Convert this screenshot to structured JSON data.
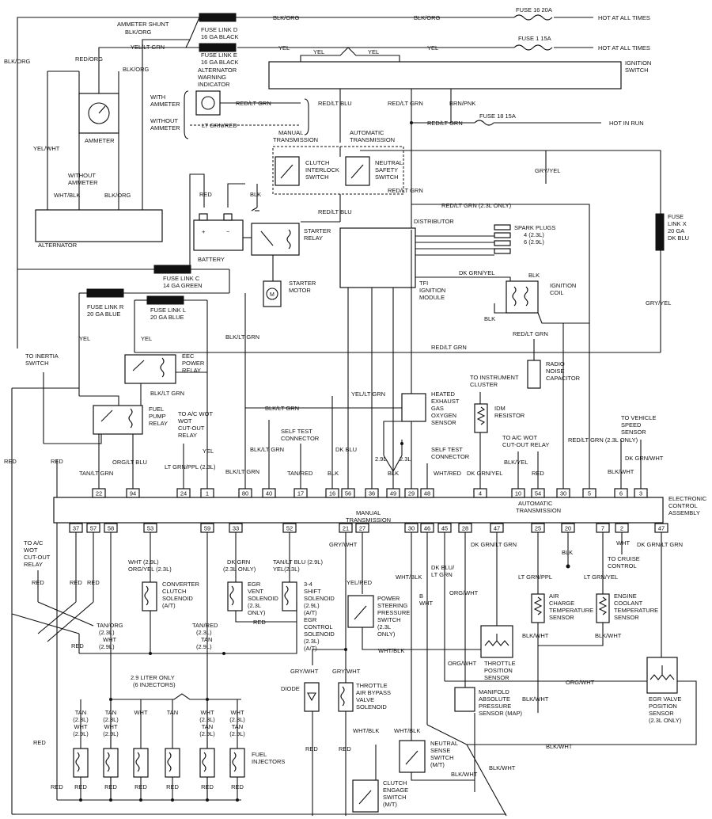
{
  "top": {
    "wire_blk_org": "BLK/ORG",
    "wire_yel": "YEL",
    "fuse16": "FUSE 16 20A",
    "fuse1": "FUSE 1 15A",
    "fuse18": "FUSE 18 15A",
    "hot_always_1": "HOT AT ALL TIMES",
    "hot_always_2": "HOT AT ALL TIMES",
    "hot_run": "HOT IN RUN",
    "fuse_link_d": [
      "FUSE LINK D",
      "16 GA BLACK"
    ],
    "fuse_link_e": [
      "FUSE LINK E",
      "16 GA BLACK"
    ],
    "ignition_switch": [
      "IGNITION",
      "SWITCH"
    ]
  },
  "left": {
    "ammeter_shunt": "AMMETER SHUNT",
    "blk_org": "BLK/ORG",
    "yel_lt_grn": "YEL/LT GRN",
    "red_org": "RED/ORG",
    "ammeter": "AMMETER",
    "yel_wht": "YEL/WHT",
    "without_ammeter": [
      "WITHOUT",
      "AMMETER"
    ],
    "wht_blk": "WHT/BLK",
    "alternator": "ALTERNATOR",
    "alt_warning": [
      "ALTERNATOR",
      "WARNING",
      "INDICATOR"
    ],
    "with_ammeter": [
      "WITH",
      "AMMETER"
    ],
    "without_ammeter_2": [
      "WITHOUT",
      "AMMETER"
    ],
    "red_lt_grn": "RED/LT GRN",
    "lt_grn_red": "LT GRN/RED",
    "battery": "BATTERY",
    "red": "RED",
    "blk": "BLK",
    "fuse_link_c": [
      "FUSE LINK C",
      "14 GA GREEN"
    ],
    "fuse_link_r": [
      "FUSE LINK R",
      "20 GA BLUE"
    ],
    "fuse_link_l": [
      "FUSE LINK L",
      "20 GA BLUE"
    ],
    "to_inertia": [
      "TO INERTIA",
      "SWITCH"
    ],
    "eec_relay": [
      "EEC",
      "POWER",
      "RELAY"
    ],
    "fuel_pump_relay": [
      "FUEL",
      "PUMP",
      "RELAY"
    ],
    "blk_lt_grn": "BLK/LT GRN"
  },
  "middle": {
    "red_lt_blu": "RED/LT BLU",
    "red_lt_grn": "RED/LT GRN",
    "brn_pnk": "BRN/PNK",
    "manual_trans": [
      "MANUAL",
      "TRANSMISSION"
    ],
    "auto_trans": [
      "AUTOMATIC",
      "TRANSMISSION"
    ],
    "clutch_interlock": [
      "CLUTCH",
      "INTERLOCK",
      "SWITCH"
    ],
    "neutral_safety": [
      "NEUTRAL",
      "SAFETY",
      "SWITCH"
    ],
    "starter_relay": [
      "STARTER",
      "RELAY"
    ],
    "starter_motor": [
      "STARTER",
      "MOTOR"
    ],
    "distributor": "DISTRIBUTOR",
    "spark_plugs": [
      "SPARK PLUGS",
      "4 (2.3L)",
      "6 (2.9L)"
    ],
    "red_lt_grn_23": "RED/LT GRN (2.3L ONLY)",
    "gry_yel": "GRY/YEL",
    "fuse_link_x": [
      "FUSE",
      "LINK X",
      "20 GA",
      "DK BLU"
    ],
    "tfi": [
      "TFI",
      "IGNITION",
      "MODULE"
    ],
    "dk_grn_yel": "DK GRN/YEL",
    "ignition_coil": [
      "IGNITION",
      "COIL"
    ],
    "radio_cap": [
      "RADIO",
      "NOISE",
      "CAPACITOR"
    ],
    "heo2s": [
      "HEATED",
      "EXHAUST",
      "GAS",
      "OXYGEN",
      "SENSOR"
    ],
    "yel_lt_grn": "YEL/LT GRN",
    "to_instrument": [
      "TO INSTRUMENT",
      "CLUSTER"
    ],
    "idm": [
      "IDM",
      "RESISTOR"
    ],
    "to_ac_wot": [
      "TO A/C WOT",
      "CUT-OUT RELAY"
    ],
    "self_test_1": [
      "SELF TEST",
      "CONNECTOR"
    ],
    "self_test_2": [
      "SELF TEST",
      "CONNECTOR"
    ],
    "to_vss": [
      "TO VEHICLE",
      "SPEED",
      "SENSOR"
    ],
    "to_ac_wot_left": [
      "TO A/C",
      "WOT",
      "CUT-OUT",
      "RELAY"
    ]
  },
  "ecu": {
    "manual_label": [
      "MANUAL",
      "TRANSMISSION"
    ],
    "auto_label": [
      "AUTOMATIC",
      "TRANSMISSION"
    ],
    "name": [
      "ELECTRONIC",
      "CONTROL",
      "ASSEMBLY"
    ],
    "top_pins": [
      "22",
      "94",
      "24",
      "1",
      "80",
      "40",
      "17",
      "16",
      "56",
      "36",
      "49",
      "29",
      "48",
      "4",
      "10",
      "54",
      "30",
      "5",
      "6",
      "3"
    ],
    "bottom_pins": [
      "37",
      "57",
      "58",
      "53",
      "59",
      "33",
      "52",
      "21",
      "27",
      "30",
      "46",
      "45",
      "28",
      "47",
      "25",
      "20",
      "7",
      "2",
      "47"
    ],
    "top_wires": [
      "TAN/LT GRN",
      "ORG/LT BLU",
      "LT GRN/PPL (2.3L)",
      "YEL",
      "BLK/LT GRN",
      "BLK/LT GRN",
      "TAN/RED",
      "BLK",
      "DK BLU",
      "YEL/LT GRN",
      "BLK",
      "WHT/RED",
      "DK GRN/YEL",
      "BLK/YEL",
      "RED",
      "RED/LT GRN (2.3L ONLY)",
      "BLK/WHT",
      "DK GRN/WHT"
    ],
    "v23": "2.3L",
    "v29": "2.9L"
  },
  "bottom": {
    "to_ac_wot": [
      "TO A/C",
      "WOT",
      "CUT-OUT",
      "RELAY"
    ],
    "red": "RED",
    "converter_clutch": [
      "CONVERTER",
      "CLUTCH",
      "SOLENOID",
      "(A/T)"
    ],
    "egr_vent": [
      "EGR",
      "VENT",
      "SOLENOID",
      "(2.3L",
      "ONLY)"
    ],
    "shift_34": [
      "3-4",
      "SHIFT",
      "SOLENOID",
      "(2.9L)",
      "(A/T)",
      "EGR",
      "CONTROL",
      "SOLENOID",
      "(2.3L)",
      "(A/T)"
    ],
    "ps_switch": [
      "POWER",
      "STEERING",
      "PRESSURE",
      "SWITCH",
      "(2.3L",
      "ONLY)"
    ],
    "tps": [
      "THROTTLE",
      "POSITION",
      "SENSOR"
    ],
    "map": [
      "MANIFOLD",
      "ABSOLUTE",
      "PRESSURE",
      "SENSOR (MAP)"
    ],
    "act": [
      "AIR",
      "CHARGE",
      "TEMPERATURE",
      "SENSOR"
    ],
    "ect": [
      "ENGINE",
      "COOLANT",
      "TEMPERATURE",
      "SENSOR"
    ],
    "egr_pos": [
      "EGR VALVE",
      "POSITION",
      "SENSOR",
      "(2.3L ONLY)"
    ],
    "to_cruise": [
      "TO CRUISE",
      "CONTROL"
    ],
    "diode": "DIODE",
    "throttle_bypass": [
      "THROTTLE",
      "AIR BYPASS",
      "VALVE",
      "SOLENOID"
    ],
    "neutral_sense": [
      "NEUTRAL",
      "SENSE",
      "SWITCH",
      "(M/T)"
    ],
    "clutch_engage": [
      "CLUTCH",
      "ENGAGE",
      "SWITCH",
      "(M/T)"
    ],
    "fuel_injectors": [
      "FUEL",
      "INJECTORS"
    ],
    "only_29": [
      "2.9 LITER ONLY",
      "(6 INJECTORS)"
    ],
    "gry_wht": "GRY/WHT",
    "yel_red": "YEL/RED",
    "wht_blk": "WHT/BLK",
    "blk_wht": "BLK/WHT",
    "dk_blu_lt_grn": [
      "DK BLU/",
      "LT GRN"
    ],
    "org_wht": "ORG/WHT",
    "dk_grn_lt_grn": "DK GRN/LT GRN",
    "lt_grn_ppl": "LT GRN/PPL",
    "lt_grn_yel": "LT GRN/YEL",
    "blk": "BLK",
    "wht": "WHT",
    "tan_org": [
      "TAN/ORG",
      "(2.3L)",
      "WHT",
      "(2.9L)"
    ],
    "tan_red": [
      "TAN/RED",
      "(2.3L)",
      "TAN",
      "(2.9L)"
    ],
    "wht_29": [
      "WHT (2.9L)",
      "ORG/YEL (2.3L)"
    ],
    "dk_grn": [
      "DK GRN",
      "(2.3L ONLY)"
    ],
    "tan_lt_blu": [
      "TAN/LT BLU (2.9L)",
      "YEL(2.3L)"
    ],
    "inj_labels": [
      [
        "TAN",
        "(2.3L)",
        "WHT",
        "(2.9L)"
      ],
      [
        "TAN",
        "(2.3L)",
        "WHT",
        "(2.9L)"
      ],
      [
        "WHT"
      ],
      [
        "TAN"
      ],
      [
        "WHT",
        "(2.3L)",
        "TAN",
        "(2.9L)"
      ],
      [
        "WHT",
        "(2.3L)",
        "TAN",
        "(2.9L)"
      ]
    ]
  }
}
